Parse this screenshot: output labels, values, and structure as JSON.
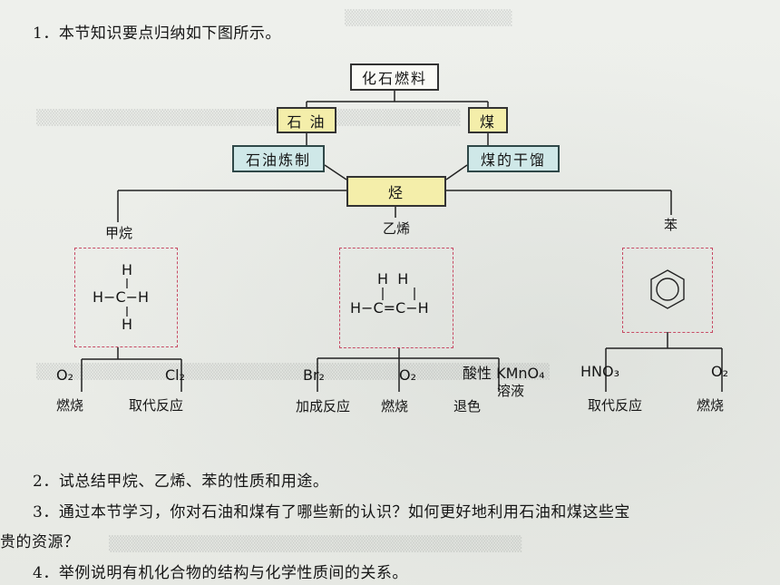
{
  "questions": {
    "q1": "1．本节知识要点归纳如下图所示。",
    "q2": "2．试总结甲烷、乙烯、苯的性质和用途。",
    "q3_line1": "3．通过本节学习，你对石油和煤有了哪些新的认识？如何更好地利用石油和煤这些宝",
    "q3_line2": "贵的资源？",
    "q4": "4．举例说明有机化合物的结构与化学性质间的关系。"
  },
  "diagram": {
    "fossil_fuel": "化石燃料",
    "petroleum": "石 油",
    "coal": "煤",
    "refining": "石油炼制",
    "coal_distillation": "煤的干馏",
    "hydrocarbon": "烃",
    "methane": {
      "name": "甲烷",
      "structure": {
        "top": "H",
        "row": "H−C−H",
        "bottom": "H"
      },
      "reagents": [
        "O₂",
        "Cl₂"
      ],
      "reactions": [
        "燃烧",
        "取代反应"
      ]
    },
    "ethylene": {
      "name": "乙烯",
      "structure": {
        "top": "H  H",
        "row": "H−C=C−H"
      },
      "reagents": [
        "Br₂",
        "O₂",
        "酸性 KMnO₄",
        "溶液"
      ],
      "reactions": [
        "加成反应",
        "燃烧",
        "退色"
      ]
    },
    "benzene": {
      "name": "苯",
      "reagents": [
        "HNO₃",
        "O₂"
      ],
      "reactions": [
        "取代反应",
        "燃烧"
      ]
    }
  }
}
